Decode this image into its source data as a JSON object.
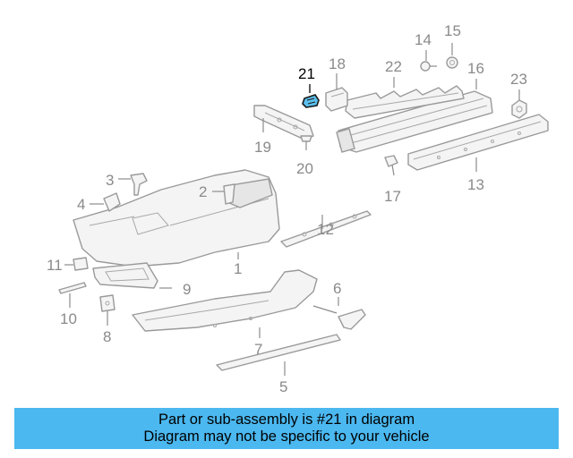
{
  "diagram": {
    "highlight_part": "21",
    "highlight_color": "#1a1a1a",
    "highlight_fill": "#5bc0ee",
    "callouts": {
      "c1": "1",
      "c2": "2",
      "c3": "3",
      "c4": "4",
      "c5": "5",
      "c6": "6",
      "c7": "7",
      "c8": "8",
      "c9": "9",
      "c10": "10",
      "c11": "11",
      "c12": "12",
      "c13": "13",
      "c14": "14",
      "c15": "15",
      "c16": "16",
      "c17": "17",
      "c18": "18",
      "c19": "19",
      "c20": "20",
      "c21": "21",
      "c22": "22",
      "c23": "23"
    }
  },
  "banner": {
    "line1": "Part or sub-assembly is #21 in diagram",
    "line2": "Diagram may not be specific to your vehicle",
    "background": "#4bb8f0"
  }
}
